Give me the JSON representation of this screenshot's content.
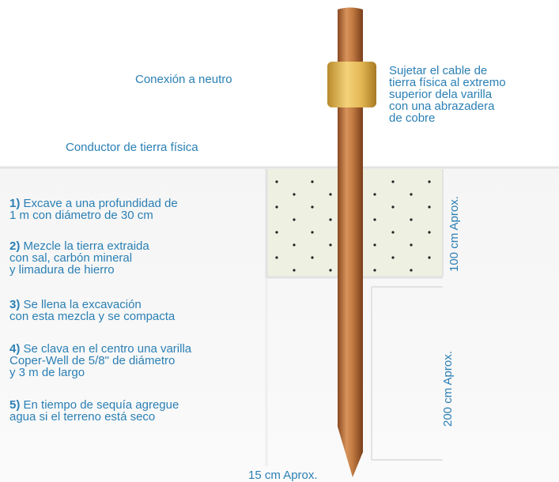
{
  "labels": {
    "neutral": "Conexión a neutro",
    "ground_conductor": "Conductor de tierra física",
    "clamp_note": "Sujetar el cable de\ntierra física al extremo\nsuperior dela varilla\ncon una abrazadera\nde cobre",
    "depth_100": "100 cm Aprox.",
    "depth_200": "200 cm Aprox.",
    "width_15": "15 cm Aprox."
  },
  "steps": [
    {
      "num": "1)",
      "text": " Excave a una profundidad de\n   1 m con diámetro de 30 cm"
    },
    {
      "num": "2)",
      "text": " Mezcle la tierra extraida\n  con sal, carbón mineral\n  y limadura de hierro"
    },
    {
      "num": "3)",
      "text": " Se llena la excavación\ncon esta mezcla y se compacta"
    },
    {
      "num": "4)",
      "text": " Se clava en el centro una varilla\n  Coper-Well de 5/8\" de diámetro\n  y 3 m de largo"
    },
    {
      "num": "5)",
      "text": " En tiempo de sequía agregue\n  agua si el terreno está seco"
    }
  ],
  "colors": {
    "text": "#2a7fb4",
    "rod": "#b8733e",
    "clamp": "#e8c063",
    "soil_mix": "#eef0e1"
  }
}
